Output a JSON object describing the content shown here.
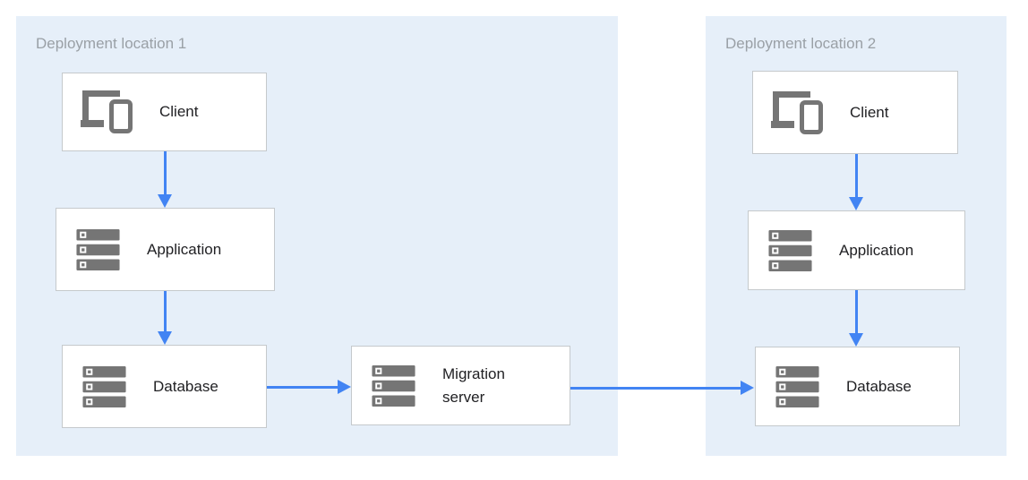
{
  "colors": {
    "region_bg": "#E6EFF9",
    "node_bg": "#FFFFFF",
    "node_border": "#C5C9CC",
    "icon": "#757575",
    "arrow": "#4284F3",
    "region_label": "#9AA0A6",
    "node_label": "#212124"
  },
  "regions": [
    {
      "label": "Deployment location 1",
      "nodes": [
        {
          "id": "client-1",
          "label": "Client",
          "icon": "client-devices-icon"
        },
        {
          "id": "application-1",
          "label": "Application",
          "icon": "server-stack-icon"
        },
        {
          "id": "database-1",
          "label": "Database",
          "icon": "server-stack-icon"
        }
      ]
    },
    {
      "label": "Deployment location 2",
      "nodes": [
        {
          "id": "client-2",
          "label": "Client",
          "icon": "client-devices-icon"
        },
        {
          "id": "application-2",
          "label": "Application",
          "icon": "server-stack-icon"
        },
        {
          "id": "database-2",
          "label": "Database",
          "icon": "server-stack-icon"
        }
      ]
    }
  ],
  "connector_node": {
    "id": "migration-server",
    "label": "Migration server",
    "icon": "server-stack-icon"
  },
  "edges": [
    {
      "from": "client-1",
      "to": "application-1"
    },
    {
      "from": "application-1",
      "to": "database-1"
    },
    {
      "from": "database-1",
      "to": "migration-server"
    },
    {
      "from": "migration-server",
      "to": "database-2"
    },
    {
      "from": "client-2",
      "to": "application-2"
    },
    {
      "from": "application-2",
      "to": "database-2"
    }
  ]
}
